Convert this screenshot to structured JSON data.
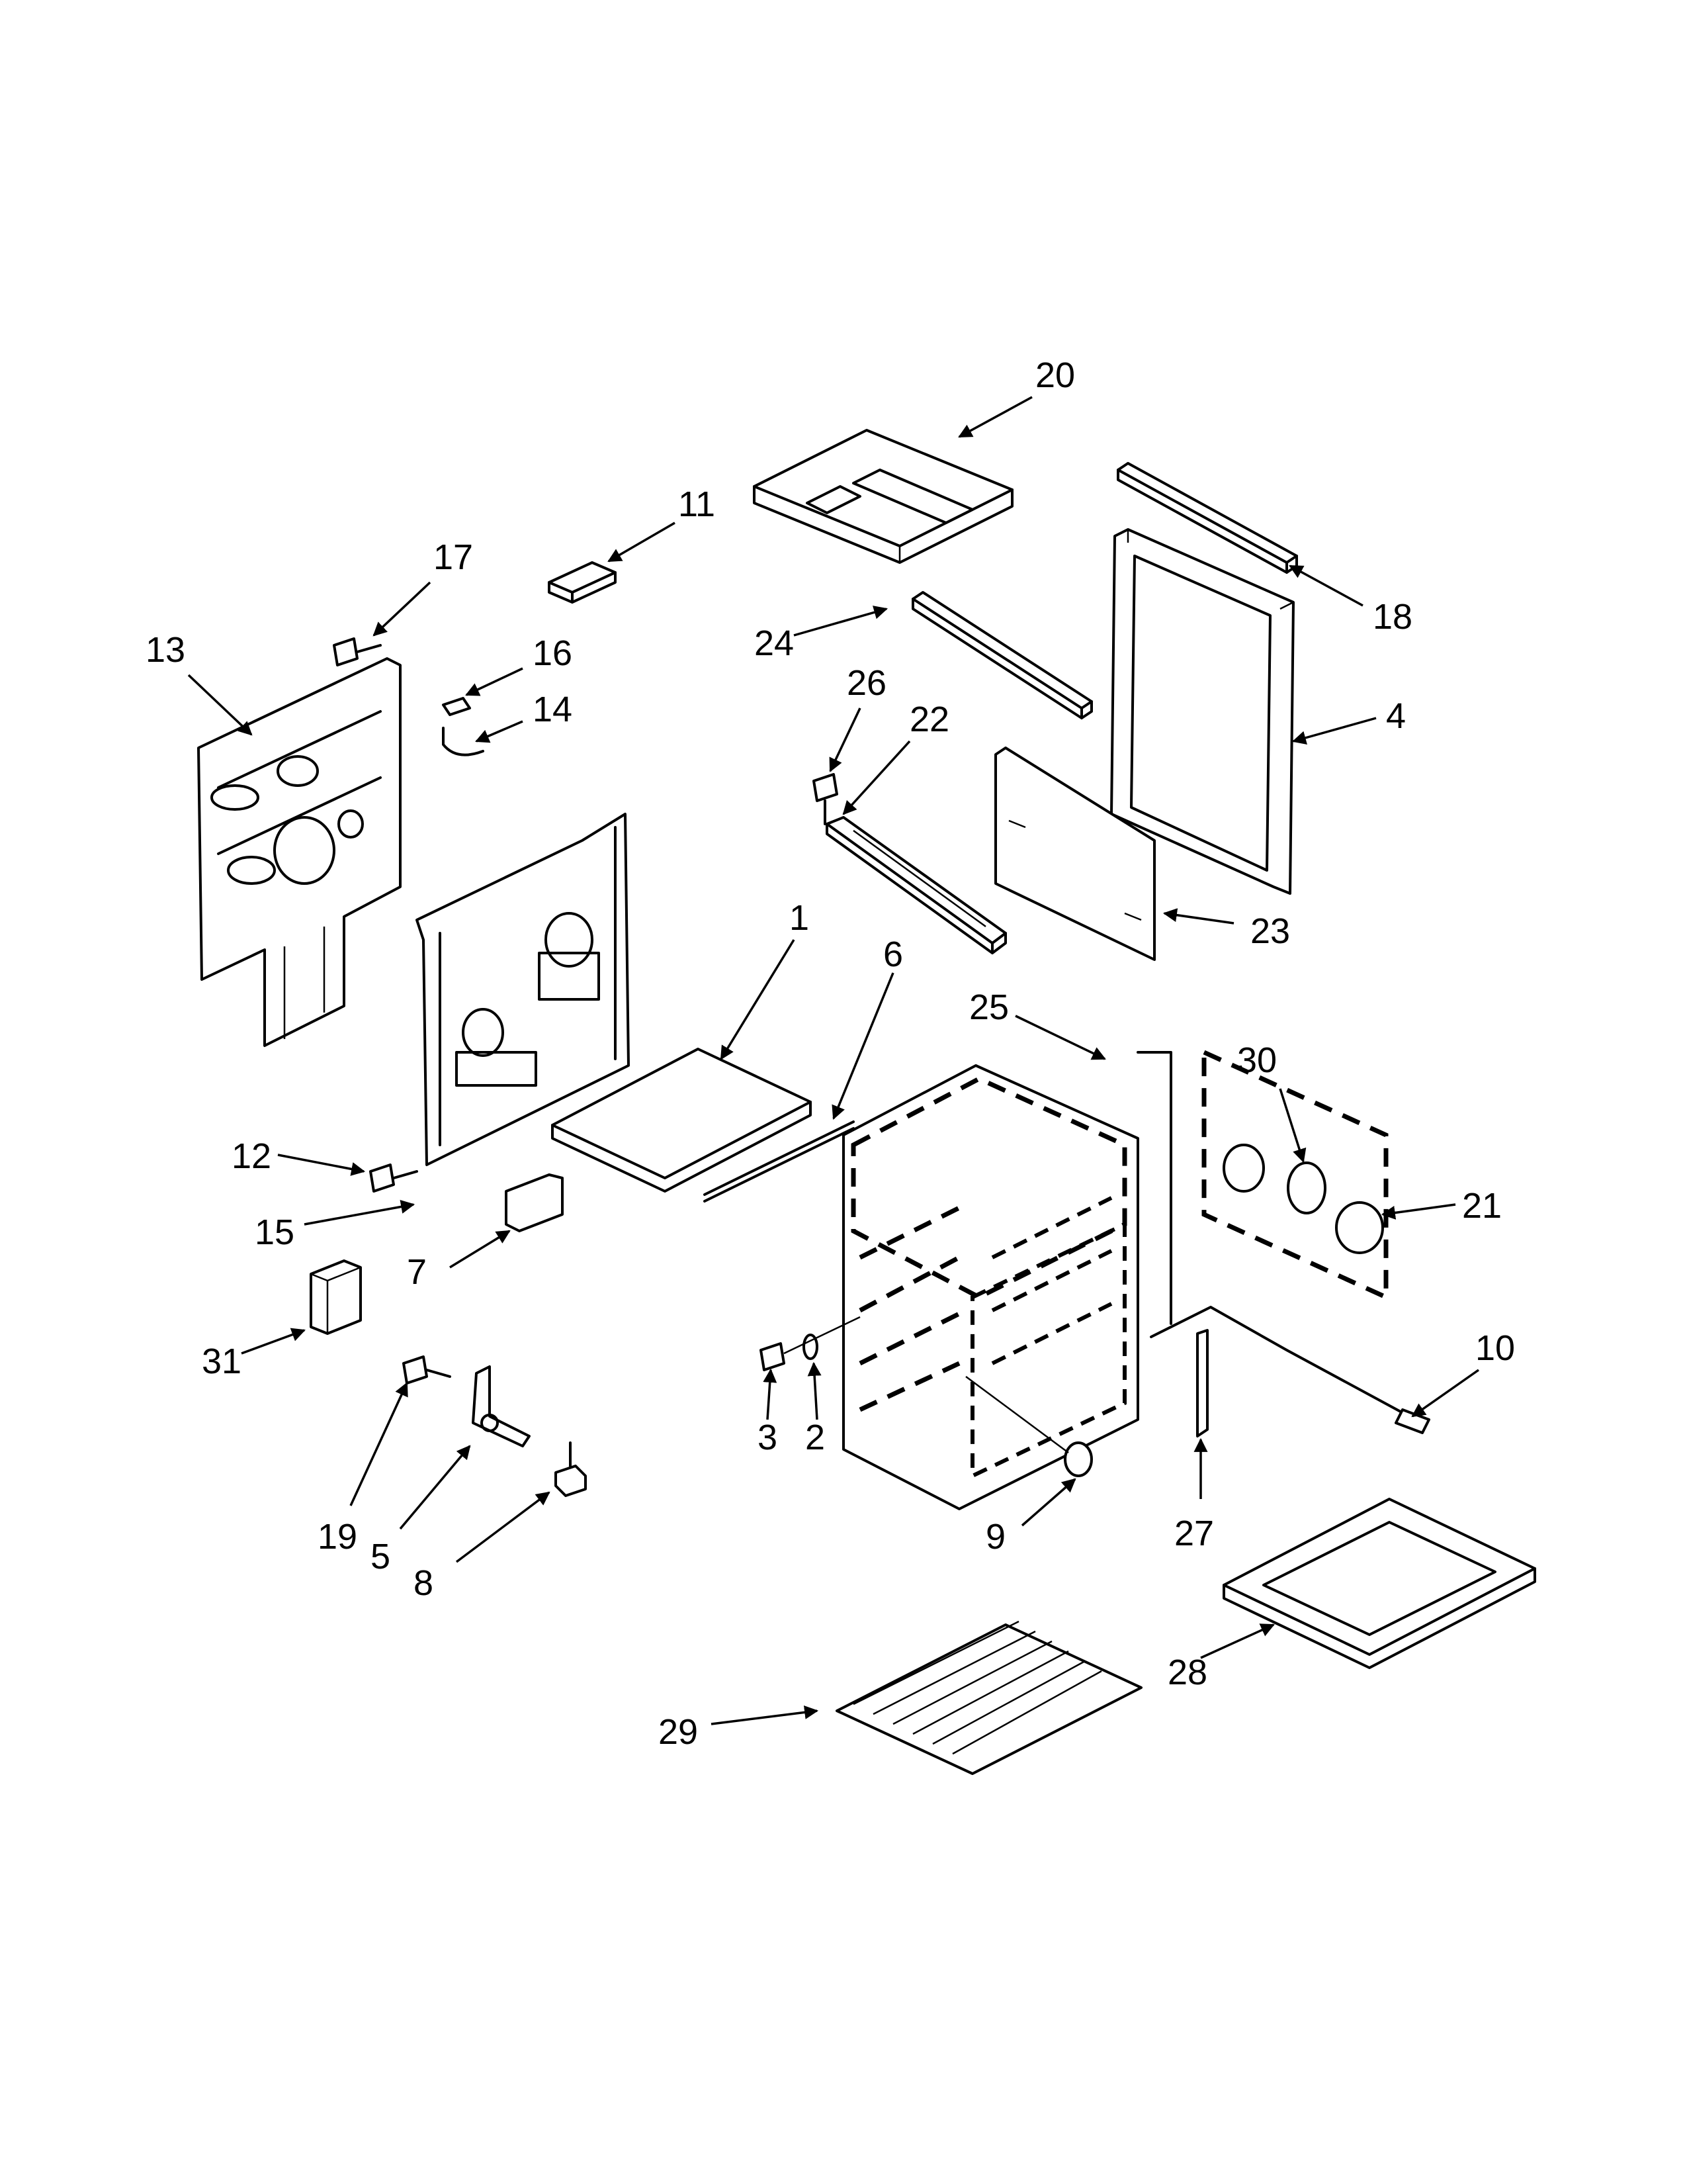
{
  "diagram": {
    "callouts": [
      {
        "id": "c1",
        "number": "1"
      },
      {
        "id": "c2",
        "number": "2"
      },
      {
        "id": "c3",
        "number": "3"
      },
      {
        "id": "c4",
        "number": "4"
      },
      {
        "id": "c5",
        "number": "5"
      },
      {
        "id": "c6",
        "number": "6"
      },
      {
        "id": "c7",
        "number": "7"
      },
      {
        "id": "c8",
        "number": "8"
      },
      {
        "id": "c9",
        "number": "9"
      },
      {
        "id": "c10",
        "number": "10"
      },
      {
        "id": "c11",
        "number": "11"
      },
      {
        "id": "c12",
        "number": "12"
      },
      {
        "id": "c13",
        "number": "13"
      },
      {
        "id": "c14",
        "number": "14"
      },
      {
        "id": "c15",
        "number": "15"
      },
      {
        "id": "c16",
        "number": "16"
      },
      {
        "id": "c17",
        "number": "17"
      },
      {
        "id": "c18",
        "number": "18"
      },
      {
        "id": "c19",
        "number": "19"
      },
      {
        "id": "c20",
        "number": "20"
      },
      {
        "id": "c21",
        "number": "21"
      },
      {
        "id": "c22",
        "number": "22"
      },
      {
        "id": "c23",
        "number": "23"
      },
      {
        "id": "c24",
        "number": "24"
      },
      {
        "id": "c25",
        "number": "25"
      },
      {
        "id": "c26",
        "number": "26"
      },
      {
        "id": "c27",
        "number": "27"
      },
      {
        "id": "c28",
        "number": "28"
      },
      {
        "id": "c29",
        "number": "29"
      },
      {
        "id": "c30",
        "number": "30"
      },
      {
        "id": "c31",
        "number": "31"
      }
    ]
  }
}
